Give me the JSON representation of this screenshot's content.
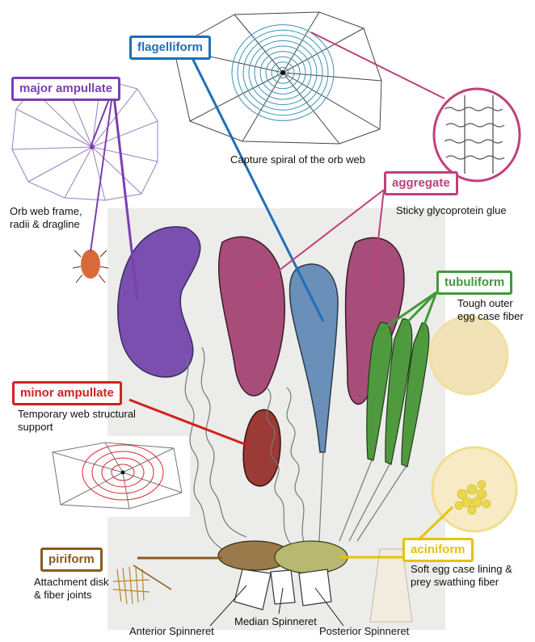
{
  "colors": {
    "major_ampullate": "#7b3fb0",
    "flagelliform": "#1f6fb8",
    "aggregate": "#c0407a",
    "tubuliform": "#3f9a3a",
    "minor_ampullate": "#cf2222",
    "aciniform": "#e4c400",
    "piriform": "#8a5a1e"
  },
  "glands": {
    "major_ampullate": {
      "label": "major ampullate",
      "desc_line1": "Orb web frame,",
      "desc_line2": "radii & dragline"
    },
    "flagelliform": {
      "label": "flagelliform",
      "desc": "Capture spiral of the orb web"
    },
    "aggregate": {
      "label": "aggregate",
      "desc": "Sticky glycoprotein glue"
    },
    "tubuliform": {
      "label": "tubuliform",
      "desc_line1": "Tough outer",
      "desc_line2": "egg case fiber"
    },
    "minor_ampullate": {
      "label": "minor ampullate",
      "desc_line1": "Temporary web structural",
      "desc_line2": "support"
    },
    "aciniform": {
      "label": "aciniform",
      "desc_line1": "Soft egg case lining &",
      "desc_line2": "prey swathing fiber"
    },
    "piriform": {
      "label": "piriform",
      "desc_line1": "Attachment disk",
      "desc_line2": "& fiber joints"
    }
  },
  "spinnerets": {
    "anterior": "Anterior Spinneret",
    "median": "Median Spinneret",
    "posterior": "Posterior Spinneret"
  }
}
